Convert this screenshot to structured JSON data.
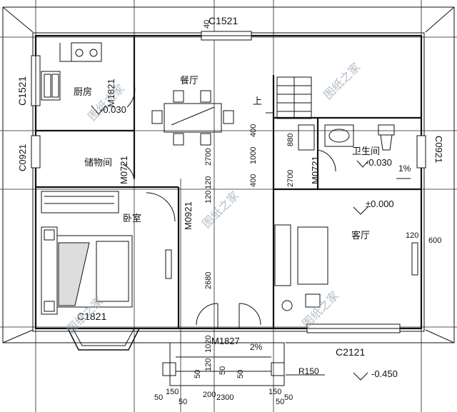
{
  "rooms": {
    "kitchen": "厨房",
    "dining": "餐厅",
    "storage": "储物间",
    "bathroom": "卫生间",
    "bedroom": "卧室",
    "living": "客厅"
  },
  "windows": {
    "top": "C1521",
    "left_kitchen": "C1521",
    "left_storage": "C0921",
    "right_bath": "C0921",
    "bedroom_bay": "C1821",
    "living": "C2121"
  },
  "doors": {
    "kitchen": "M1821",
    "storage": "M0721",
    "bath": "M0721",
    "bedroom": "M0921",
    "entry": "M1827"
  },
  "levels": {
    "kitchen": "-0.030",
    "bath": "-0.030",
    "bath_slope": "1%",
    "living": "±0.000",
    "outdoor": "-0.450",
    "ramp": "2%"
  },
  "labels": {
    "stair_up": "上",
    "radius": "R150"
  },
  "dims": {
    "stair_400a": "400",
    "stair_1000": "1000",
    "stair_400b": "400",
    "d2700a": "2700",
    "d2700b": "2700",
    "d120a": "120",
    "d880": "880",
    "d120b": "120",
    "d2680": "2680",
    "d1020": "1020",
    "d120c": "120",
    "d120d": "120",
    "d600": "600",
    "d40": "40",
    "s50a": "50",
    "s150a": "150",
    "s50b": "50",
    "s50c": "50",
    "s150b": "150",
    "s50d": "50",
    "s2300": "2300",
    "s200": "200",
    "v50": "50",
    "v50b": "50",
    "v50c": "50"
  },
  "watermark": "图纸之家"
}
